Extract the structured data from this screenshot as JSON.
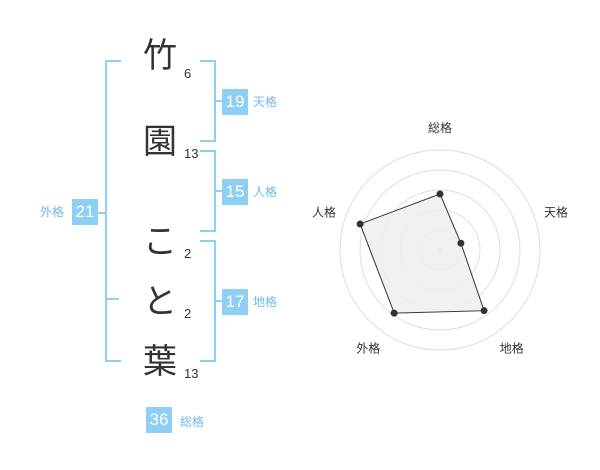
{
  "name": {
    "chars": [
      "竹",
      "園",
      "こ",
      "と",
      "葉"
    ],
    "strokes": [
      "6",
      "13",
      "2",
      "2",
      "13"
    ]
  },
  "kakusu": {
    "tenkaku": {
      "value": "19",
      "label": "天格"
    },
    "jinkaku": {
      "value": "15",
      "label": "人格"
    },
    "chikaku": {
      "value": "17",
      "label": "地格"
    },
    "gaikaku": {
      "value": "21",
      "label": "外格"
    },
    "soukaku": {
      "value": "36",
      "label": "総格"
    }
  },
  "chart_data": {
    "type": "radar",
    "axes": [
      "総格",
      "天格",
      "地格",
      "外格",
      "人格"
    ],
    "values": [
      0.56,
      0.22,
      0.75,
      0.78,
      0.84
    ],
    "rings": 5,
    "colors": {
      "fill": "#eeeeee",
      "line": "#333333",
      "grid": "#dddddd",
      "point": "#333333"
    }
  }
}
